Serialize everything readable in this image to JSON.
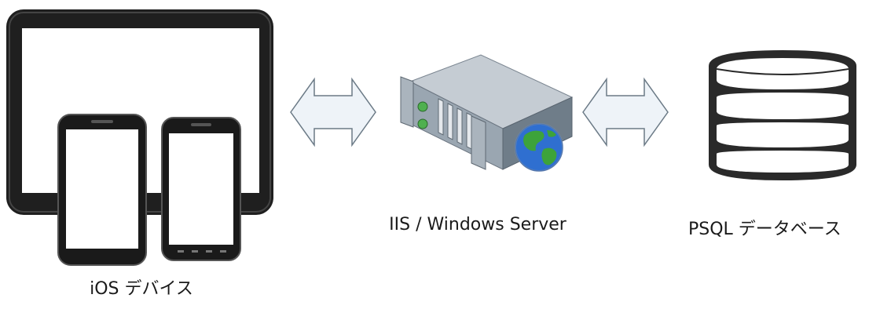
{
  "diagram": {
    "nodes": [
      {
        "id": "devices",
        "label": "iOS デバイス",
        "icon": "tablet-and-phones-icon"
      },
      {
        "id": "server",
        "label": "IIS / Windows Server",
        "icon": "web-server-icon"
      },
      {
        "id": "database",
        "label": "PSQL データベース",
        "icon": "database-icon"
      }
    ],
    "edges": [
      {
        "from": "devices",
        "to": "server",
        "direction": "bidirectional"
      },
      {
        "from": "server",
        "to": "database",
        "direction": "bidirectional"
      }
    ]
  },
  "colors": {
    "device_body": "#222222",
    "screen": "#ffffff",
    "arrow_fill": "#eef3f8",
    "arrow_stroke": "#6b7a86",
    "server_body": "#8d9aa6",
    "globe_ocean": "#2f6fd0",
    "globe_land": "#3da33a",
    "db_body": "#2a2a2a"
  }
}
